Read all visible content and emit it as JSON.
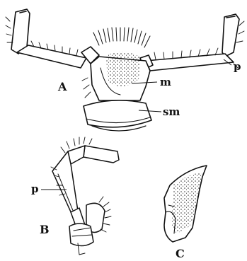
{
  "figure": {
    "labels": {
      "A": "A",
      "B": "B",
      "C": "C",
      "p_a": "p",
      "m": "m",
      "sm": "sm",
      "p_b": "p"
    },
    "colors": {
      "ink": "#111111",
      "paper": "#ffffff",
      "stipple": "#333333"
    }
  }
}
